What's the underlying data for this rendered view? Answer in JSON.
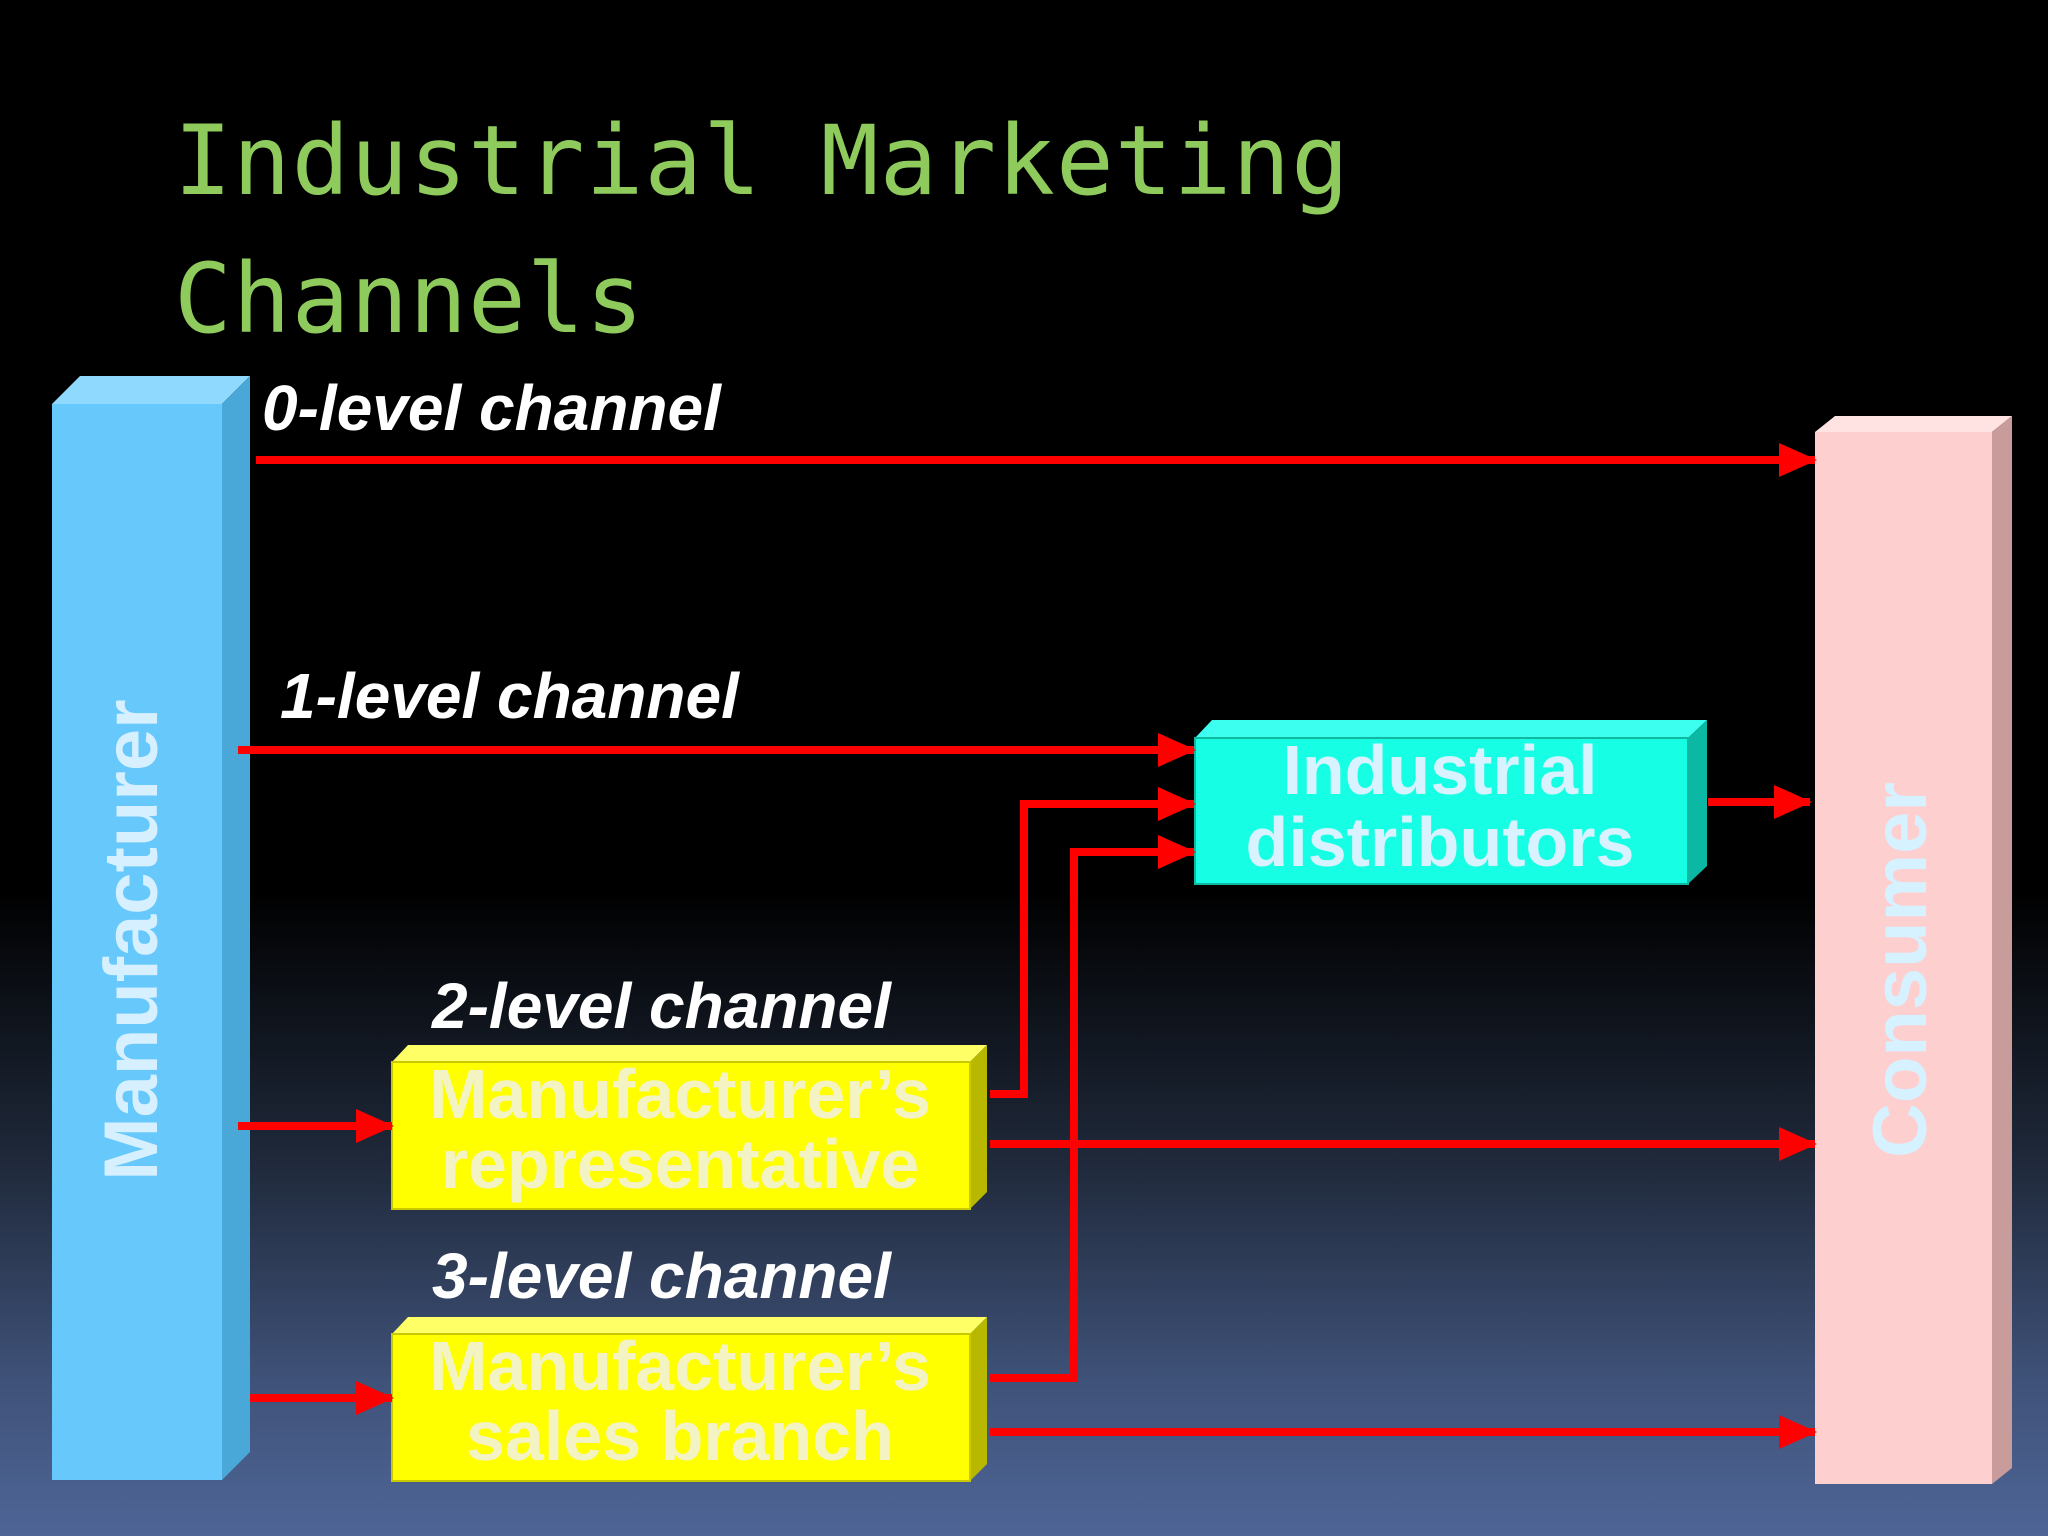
{
  "title": {
    "line1": "Industrial Marketing",
    "line2": "Channels"
  },
  "nodes": {
    "manufacturer": "Manufacturer",
    "consumer": "Consumer",
    "industrial_distributors": {
      "line1": "Industrial",
      "line2": "distributors"
    },
    "manufacturers_representative": {
      "line1": "Manufacturer’s",
      "line2": "representative"
    },
    "manufacturers_sales_branch": {
      "line1": "Manufacturer’s",
      "line2": "sales branch"
    }
  },
  "channels": {
    "level0": "0-level channel",
    "level1": "1-level channel",
    "level2": "2-level channel",
    "level3": "3-level channel"
  },
  "colors": {
    "title": "#8ecb5c",
    "manufacturer_box": "#66c8fb",
    "consumer_box": "#fdcfcf",
    "distributor_box": "#16ffe4",
    "intermediary_box": "#ffff00",
    "arrow": "#ff0000"
  }
}
